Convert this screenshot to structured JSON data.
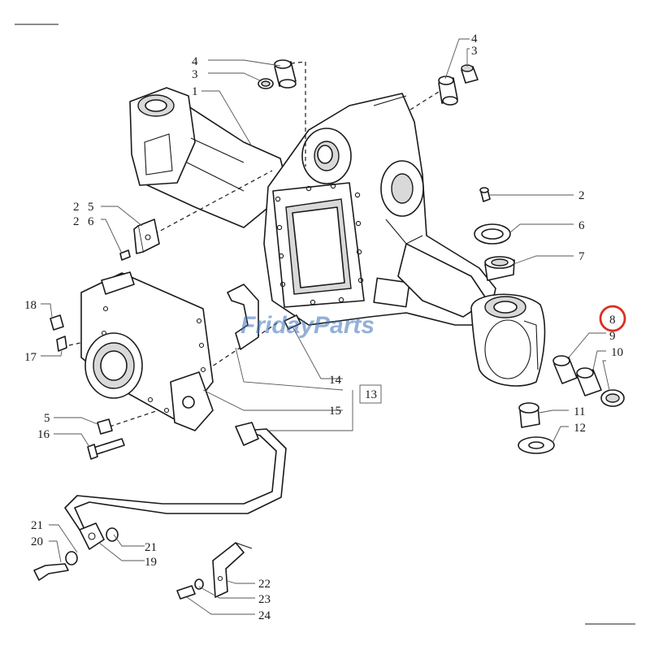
{
  "watermark": {
    "text_a": "Friday",
    "text_b": "Parts",
    "color_main": "#3b6fb6",
    "color_accent": "#f2a83b"
  },
  "highlight": {
    "color": "#d93025",
    "ref": "8"
  },
  "callouts": {
    "c4a": "4",
    "c3a": "3",
    "c1": "1",
    "c4b": "4",
    "c3b": "3",
    "c2a": "2",
    "c5a": "5",
    "c2b": "2",
    "c6a": "6",
    "c2c": "2",
    "c6b": "6",
    "c7": "7",
    "c8": "8",
    "c9": "9",
    "c10": "10",
    "c18": "18",
    "c17": "17",
    "c14": "14",
    "c13": "13",
    "c15": "15",
    "c5b": "5",
    "c16": "16",
    "c11": "11",
    "c12": "12",
    "c21a": "21",
    "c20": "20",
    "c21b": "21",
    "c19": "19",
    "c22": "22",
    "c23": "23",
    "c24": "24"
  }
}
